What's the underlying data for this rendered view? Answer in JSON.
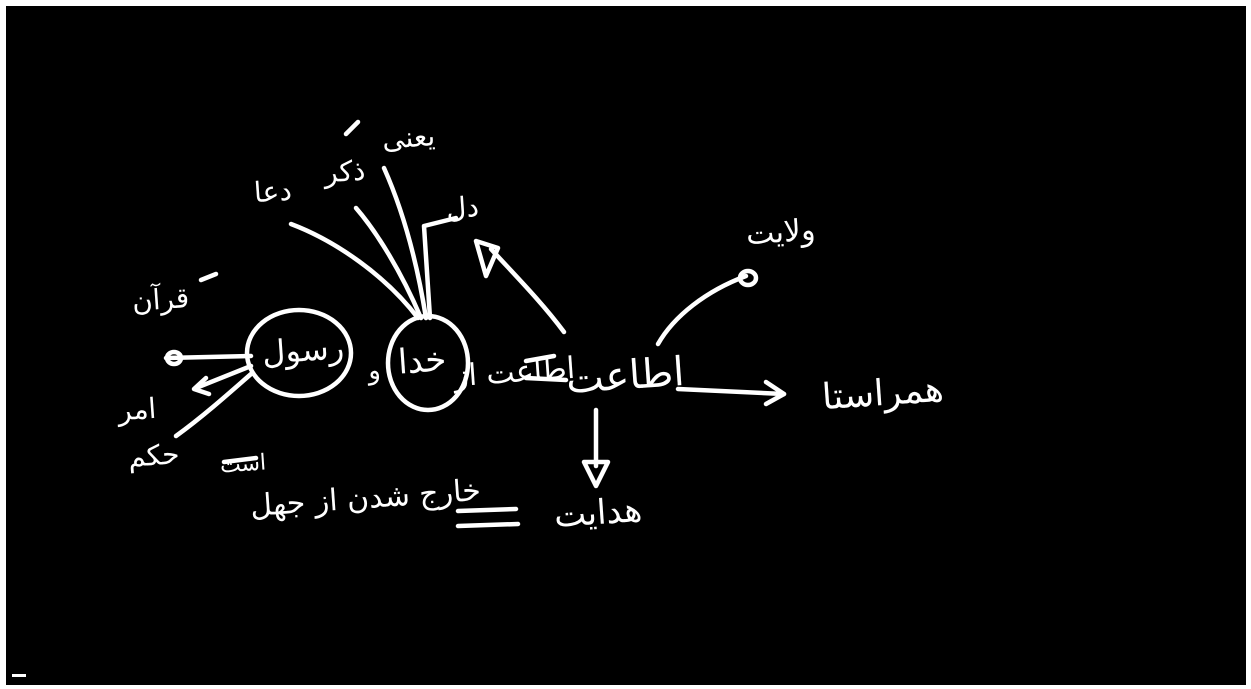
{
  "colors": {
    "board": "#000000",
    "ink": "#ffffff"
  },
  "whiteboard": {
    "center": "اطاعت",
    "center_left": "اطاعت از",
    "circle_god": "خدا",
    "conj": "و",
    "circle_prophet": "رسول",
    "branch_a": "یعنی",
    "branch_b": "ذکر",
    "branch_c": "دعا",
    "branch_d": "دل",
    "left_a": "قرآن",
    "left_b": "امر",
    "left_c": "حکم",
    "right_up": "ولایت",
    "right": "همراستا",
    "bottom_result": "هدایت",
    "bottom_equals": "=",
    "bottom_explain": "خارج شدن از جهل",
    "bottom_extra": "است"
  }
}
